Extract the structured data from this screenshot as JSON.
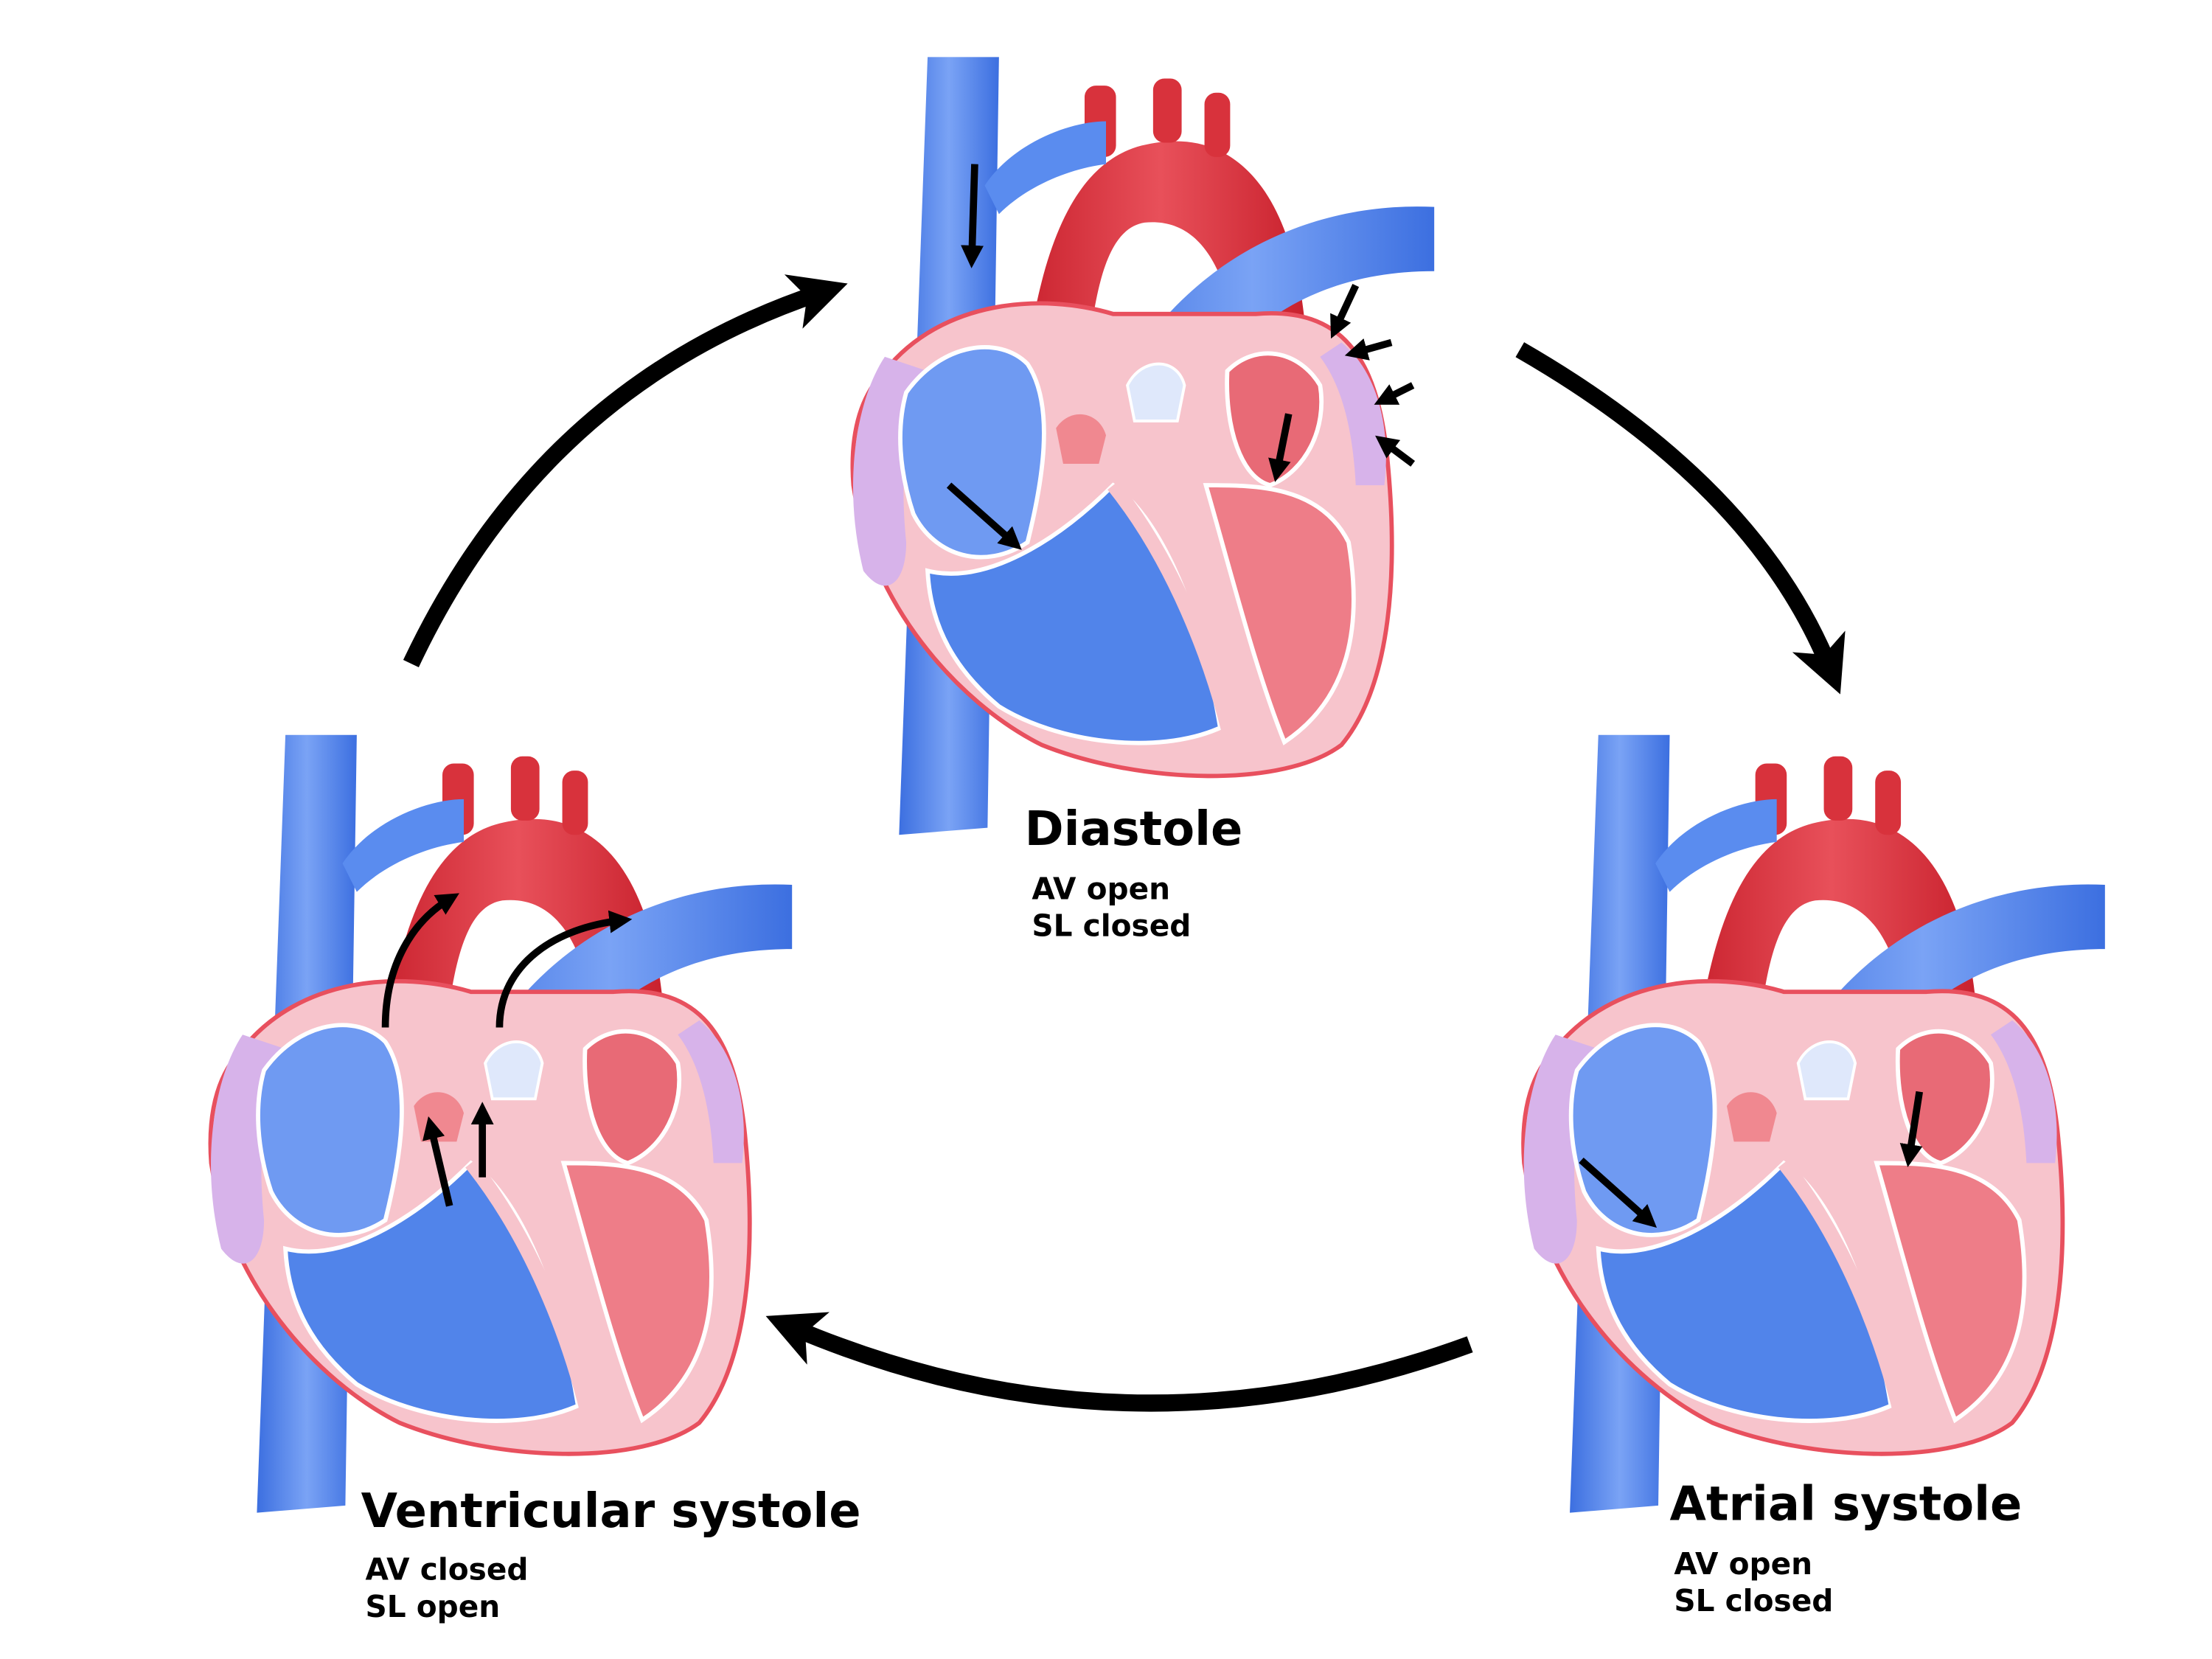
{
  "phases": {
    "diastole": {
      "title": "Diastole",
      "av": "AV open",
      "sl": "SL closed"
    },
    "atrial": {
      "title": "Atrial systole",
      "av": "AV open",
      "sl": "SL closed"
    },
    "ventricular": {
      "title": "Ventricular systole",
      "av": "AV closed",
      "sl": "SL open"
    }
  },
  "colors": {
    "oxygenated": "#d8323c",
    "deoxygenated": "#4a7fe8",
    "myocardium": "#f4a3ad",
    "outline": "#e8505e",
    "auricle": "#d7b3ea",
    "arrow": "#000000"
  }
}
